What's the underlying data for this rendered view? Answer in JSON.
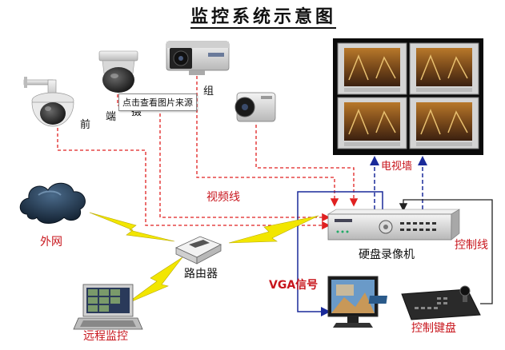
{
  "title": "监控系统示意图",
  "tooltip": "点击查看图片来源",
  "labels": {
    "front_group": [
      "前",
      "端",
      "摄",
      "组"
    ],
    "video_line": "视频线",
    "video_wall": "电视墙",
    "external_network": "外网",
    "router": "路由器",
    "dvr": "硬盘录像机",
    "control_line": "控制线",
    "vga_signal": "VGA信号",
    "remote_monitor": "远程监控",
    "control_keyboard": "控制键盘"
  },
  "colors": {
    "video_line": "#e02020",
    "vga_line": "#1a2a9a",
    "lightning": "#f2e600",
    "label_red": "#c8161d"
  },
  "icons": {
    "cameras": [
      "speed-dome-camera-icon",
      "dome-camera-icon",
      "box-camera-icon",
      "bullet-camera-icon"
    ],
    "video_wall": "monitor-wall-icon",
    "cloud": "cloud-icon",
    "router": "router-icon",
    "dvr": "dvr-icon",
    "laptop": "laptop-icon",
    "monitor": "lcd-monitor-icon",
    "keyboard": "control-keyboard-icon"
  }
}
